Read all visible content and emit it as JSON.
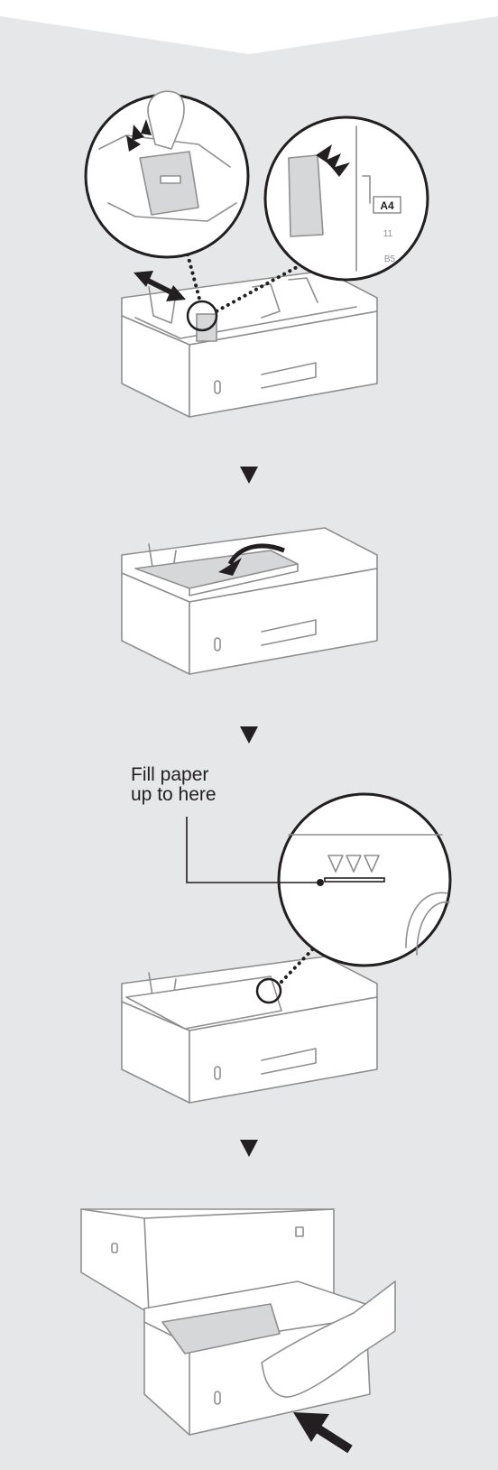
{
  "callout": {
    "line1": "Fill paper",
    "line2": "up to here"
  },
  "paper_size_labels": {
    "a4": "A4",
    "size_11": "11",
    "b5": "B5"
  },
  "icons": [
    "step-arrow-icon",
    "push-arrow-icon",
    "double-arrow-icon"
  ],
  "colors": {
    "panel_background": "#e6e7e8",
    "line_art": "#8f8f8f",
    "ink": "#231f20",
    "paper_fill": "#d6d7d8"
  }
}
